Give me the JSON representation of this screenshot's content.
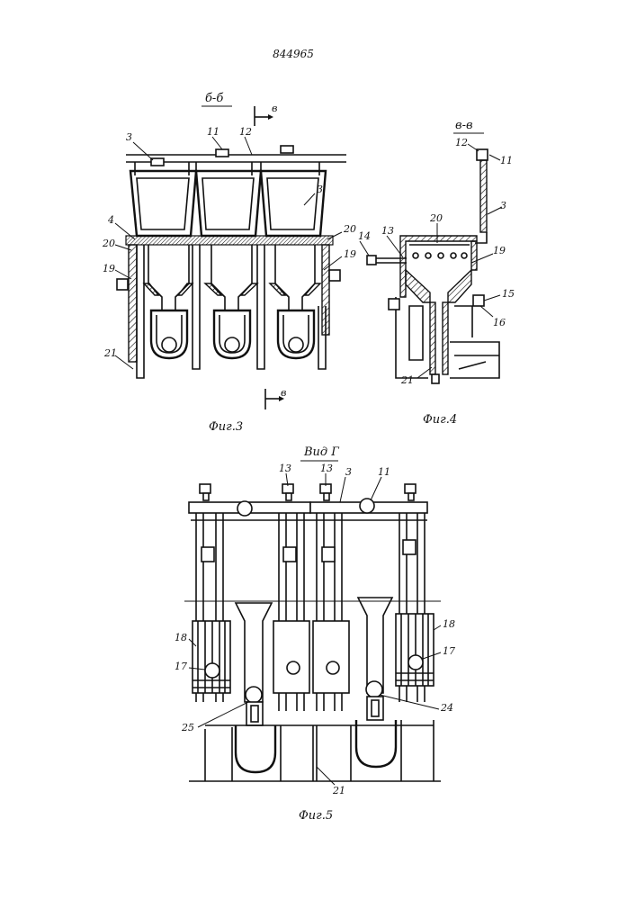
{
  "document": {
    "patent_number": "844965"
  },
  "figure3": {
    "section_label": "б-б",
    "section_arrow_top": "в",
    "section_arrow_bottom": "в",
    "caption": "Фиг.3",
    "callouts": {
      "c3_left": "3",
      "c11": "11",
      "c12": "12",
      "c3_right": "3",
      "c4": "4",
      "c20_left": "20",
      "c19_left": "19",
      "c20_right": "20",
      "c19_right": "19",
      "c21": "21"
    }
  },
  "figure4": {
    "section_label": "в-в",
    "caption": "Фиг.4",
    "callouts": {
      "c12": "12",
      "c11": "11",
      "c3": "3",
      "c14": "14",
      "c13": "13",
      "c20": "20",
      "c19": "19",
      "c15": "15",
      "c16": "16",
      "c21": "21"
    }
  },
  "figure5": {
    "view_label": "Вид Г",
    "caption": "Фиг.5",
    "callouts": {
      "c13_left": "13",
      "c13_right": "13",
      "c3": "3",
      "c11": "11",
      "c18_left": "18",
      "c17_left": "17",
      "c18_right": "18",
      "c17_right": "17",
      "c25": "25",
      "c24": "24",
      "c21": "21"
    }
  }
}
